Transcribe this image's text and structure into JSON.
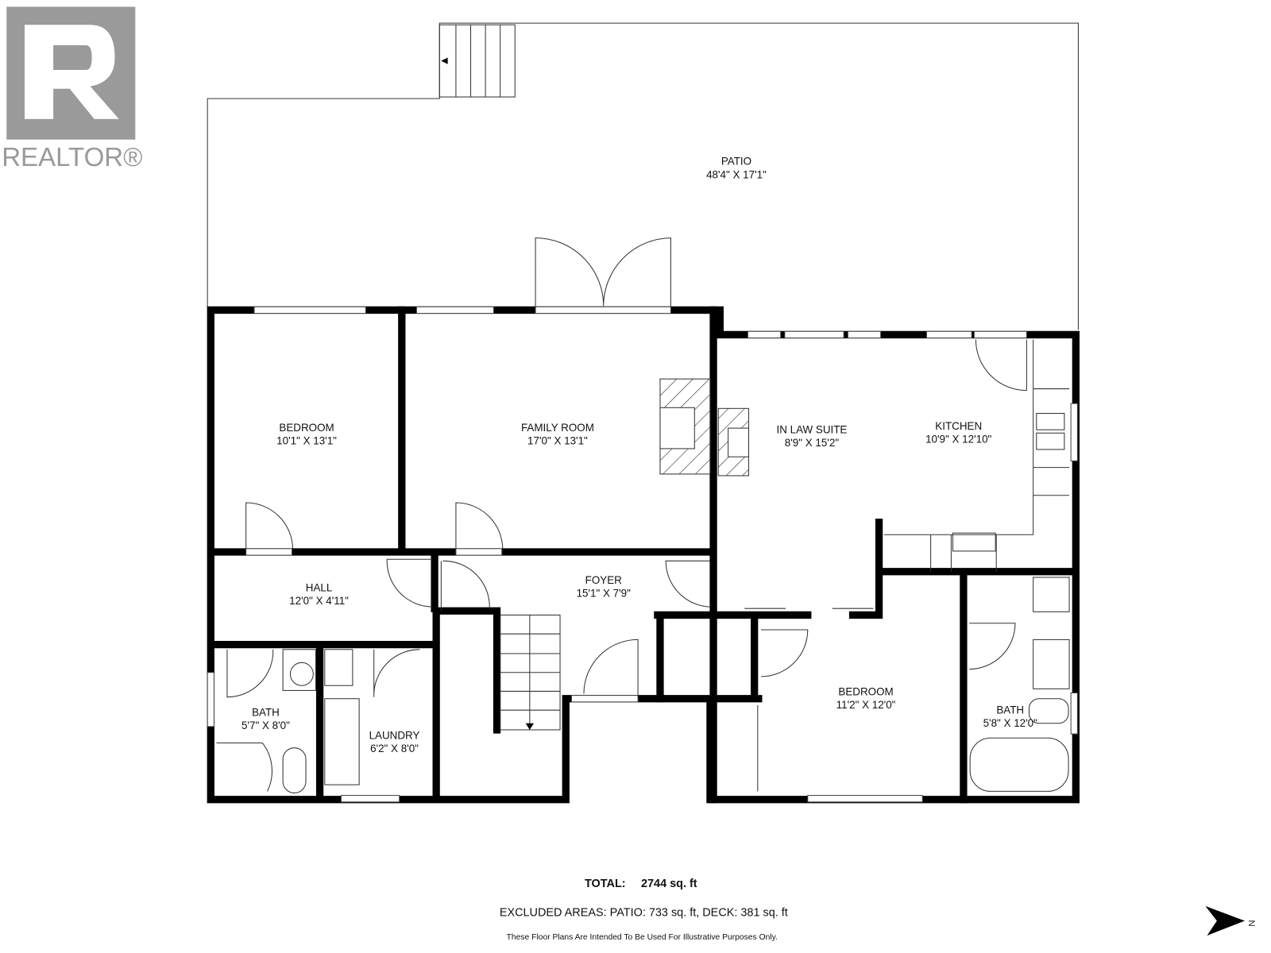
{
  "logo": {
    "text": "REALTOR®",
    "color": "#9a9a9a"
  },
  "rooms": [
    {
      "name": "PATIO",
      "dims": "48'4\" X 17'1\""
    },
    {
      "name": "BEDROOM",
      "dims": "10'1\" X 13'1\""
    },
    {
      "name": "FAMILY ROOM",
      "dims": "17'0\" X 13'1\""
    },
    {
      "name": "IN LAW SUITE",
      "dims": "8'9\" X 15'2\""
    },
    {
      "name": "KITCHEN",
      "dims": "10'9\" X 12'10\""
    },
    {
      "name": "HALL",
      "dims": "12'0\" X 4'11\""
    },
    {
      "name": "FOYER",
      "dims": "15'1\" X 7'9\""
    },
    {
      "name": "BATH",
      "dims": "5'7\" X 8'0\""
    },
    {
      "name": "LAUNDRY",
      "dims": "6'2\" X 8'0\""
    },
    {
      "name": "BEDROOM",
      "dims": "11'2\" X 12'0\""
    },
    {
      "name": "BATH",
      "dims": "5'8\" X 12'0\""
    }
  ],
  "summary": {
    "total_label": "TOTAL:",
    "total_value": "2744 sq. ft",
    "excluded": "EXCLUDED AREAS: PATIO: 733 sq. ft, DECK: 381 sq. ft",
    "disclaimer": "These Floor Plans Are Intended To Be Used For Illustrative Purposes Only."
  },
  "compass": {
    "icon": "north-arrow-icon",
    "label": "N"
  }
}
